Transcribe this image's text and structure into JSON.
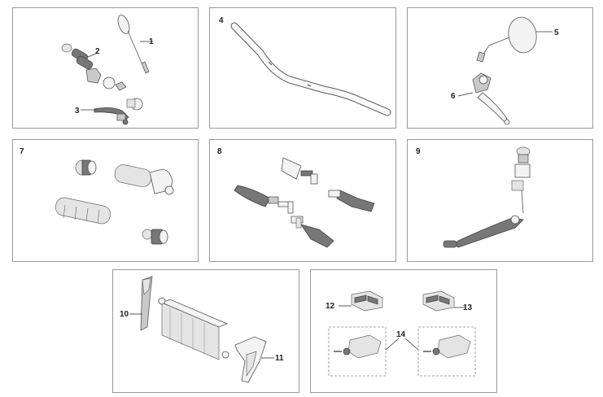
{
  "panels": [
    {
      "id": "panel-1",
      "labels": [
        "1",
        "2",
        "3"
      ]
    },
    {
      "id": "panel-4",
      "labels": [
        "4"
      ]
    },
    {
      "id": "panel-5",
      "labels": [
        "5",
        "6"
      ]
    },
    {
      "id": "panel-7",
      "labels": [
        "7"
      ]
    },
    {
      "id": "panel-8",
      "labels": [
        "8"
      ]
    },
    {
      "id": "panel-9",
      "labels": [
        "9"
      ]
    },
    {
      "id": "panel-10",
      "labels": [
        "10",
        "11"
      ]
    },
    {
      "id": "panel-12",
      "labels": [
        "12",
        "13",
        "14"
      ]
    }
  ],
  "callouts": {
    "c1": "1",
    "c2": "2",
    "c3": "3",
    "c4": "4",
    "c5": "5",
    "c6": "6",
    "c7": "7",
    "c8": "8",
    "c9": "9",
    "c10": "10",
    "c11": "11",
    "c12": "12",
    "c13": "13",
    "c14": "14"
  }
}
